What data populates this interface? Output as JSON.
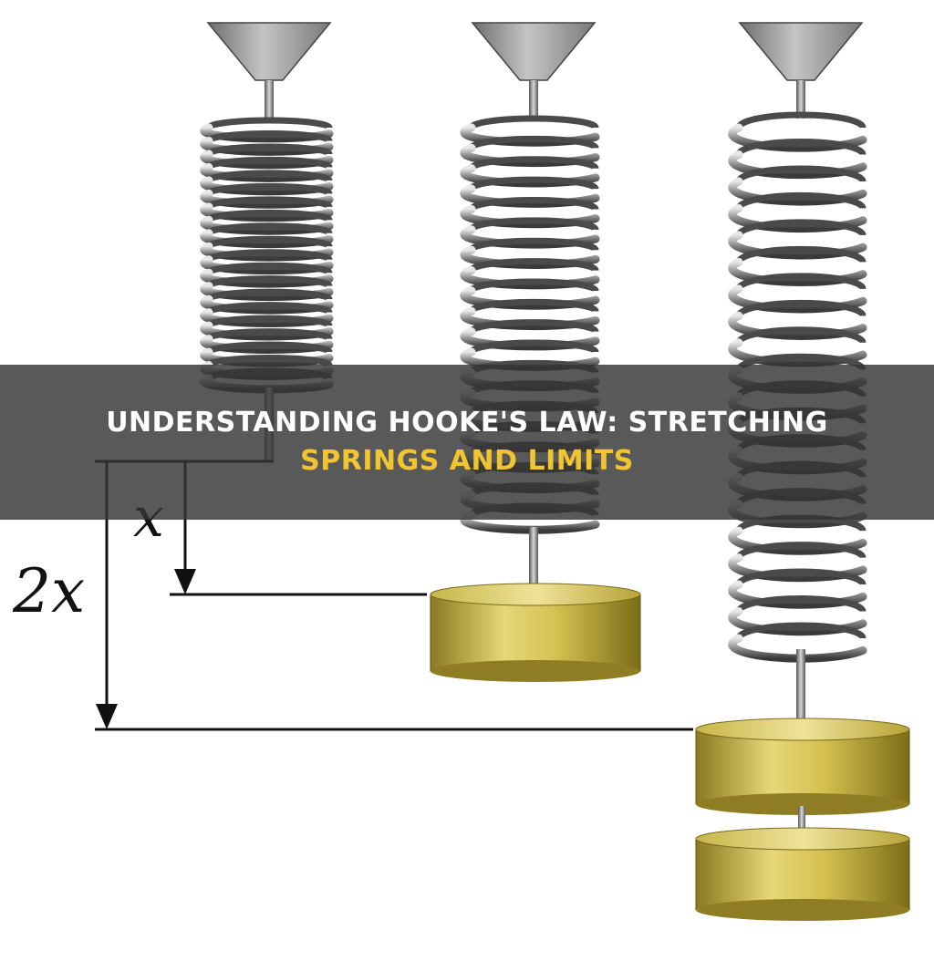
{
  "diagram": {
    "label_x": "x",
    "label_2x": "2x"
  },
  "banner": {
    "title_line1": "UNDERSTANDING HOOKE'S LAW: STRETCHING",
    "title_line2": "SPRINGS AND LIMITS",
    "title_color": "#ffffff",
    "accent_color": "#f2c530"
  }
}
